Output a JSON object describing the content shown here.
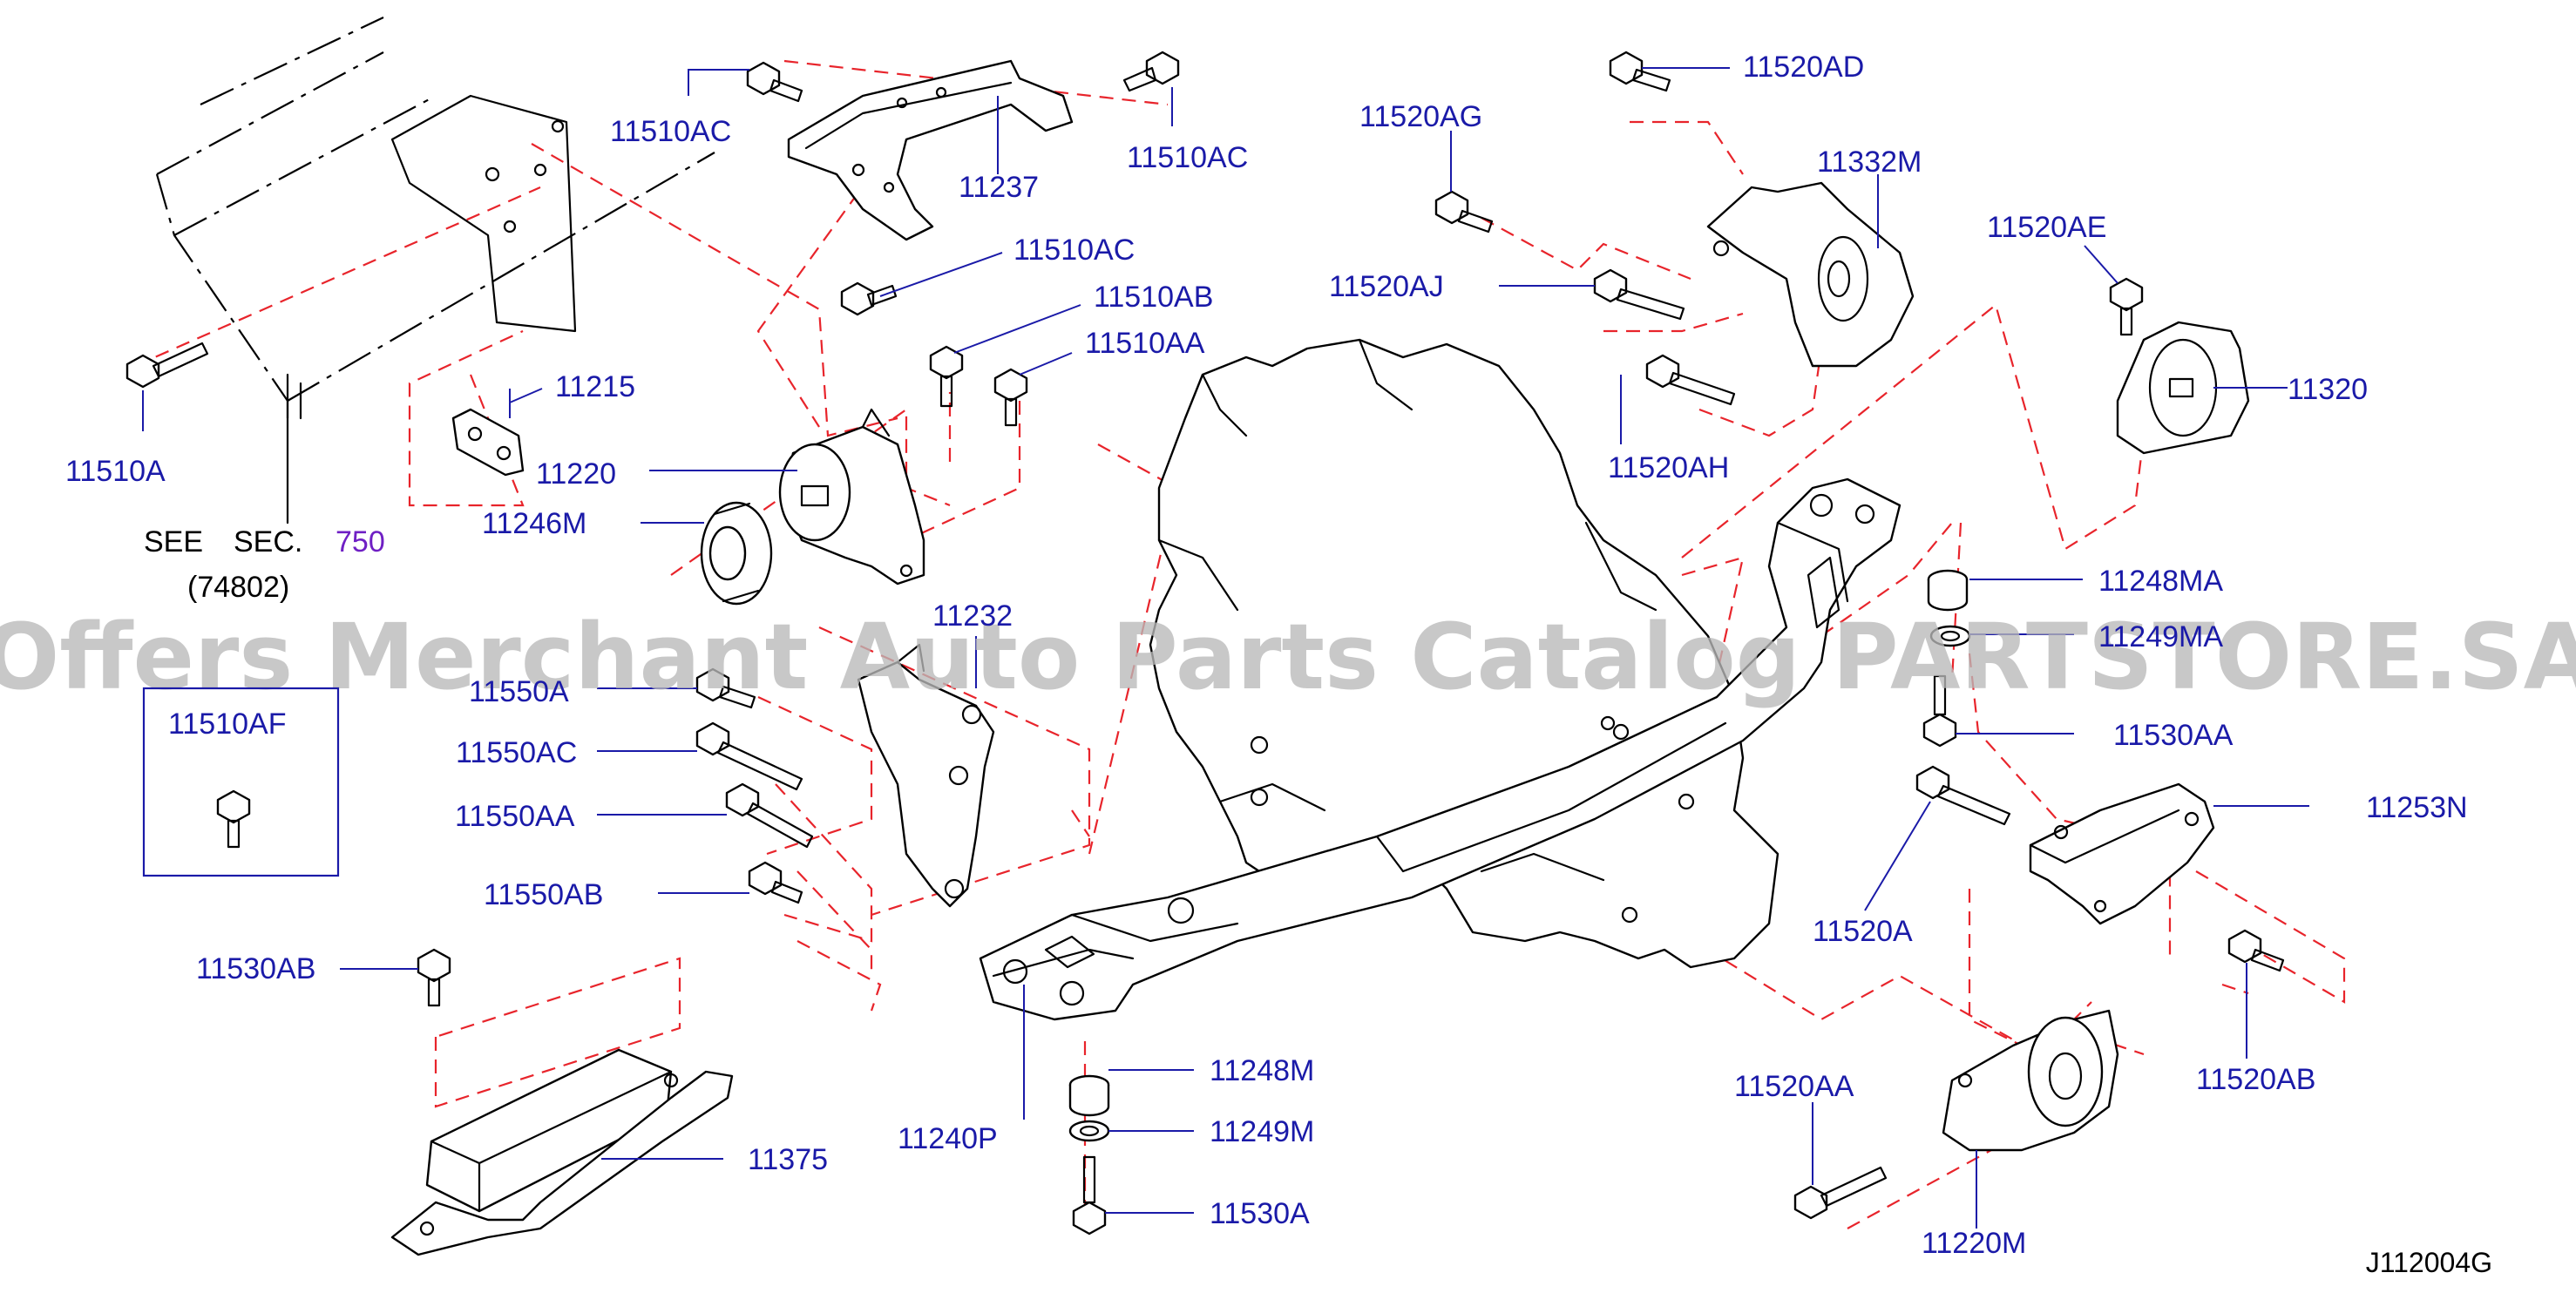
{
  "diagram": {
    "part_labels": [
      "11510AC",
      "11237",
      "11510AC",
      "11510AC",
      "11510AB",
      "11510AA",
      "11215",
      "11220",
      "11246M",
      "11510A",
      "11232",
      "11550A",
      "11550AC",
      "11550AA",
      "11550AB",
      "11510AF",
      "11530AB",
      "11375",
      "11240P",
      "11248M",
      "11249M",
      "11530A",
      "11520AD",
      "11520AG",
      "11332M",
      "11520AJ",
      "11520AH",
      "11520AE",
      "11320",
      "11248MA",
      "11249MA",
      "11530AA",
      "11253N",
      "11520A",
      "11520AA",
      "11220M",
      "11520AB"
    ],
    "see_section": {
      "prefix": "SEE",
      "word": "SEC.",
      "number": "750",
      "sub": "(74802)"
    },
    "figure_code": "J112004G",
    "watermark": "Offers Merchant Auto Parts Catalog PARTSTORE.SA"
  },
  "colors": {
    "label": "#1a1aa8",
    "dash": "#e8242b",
    "section_link": "#6f1fc4",
    "watermark": "#b9b9b9",
    "line": "#000000"
  }
}
